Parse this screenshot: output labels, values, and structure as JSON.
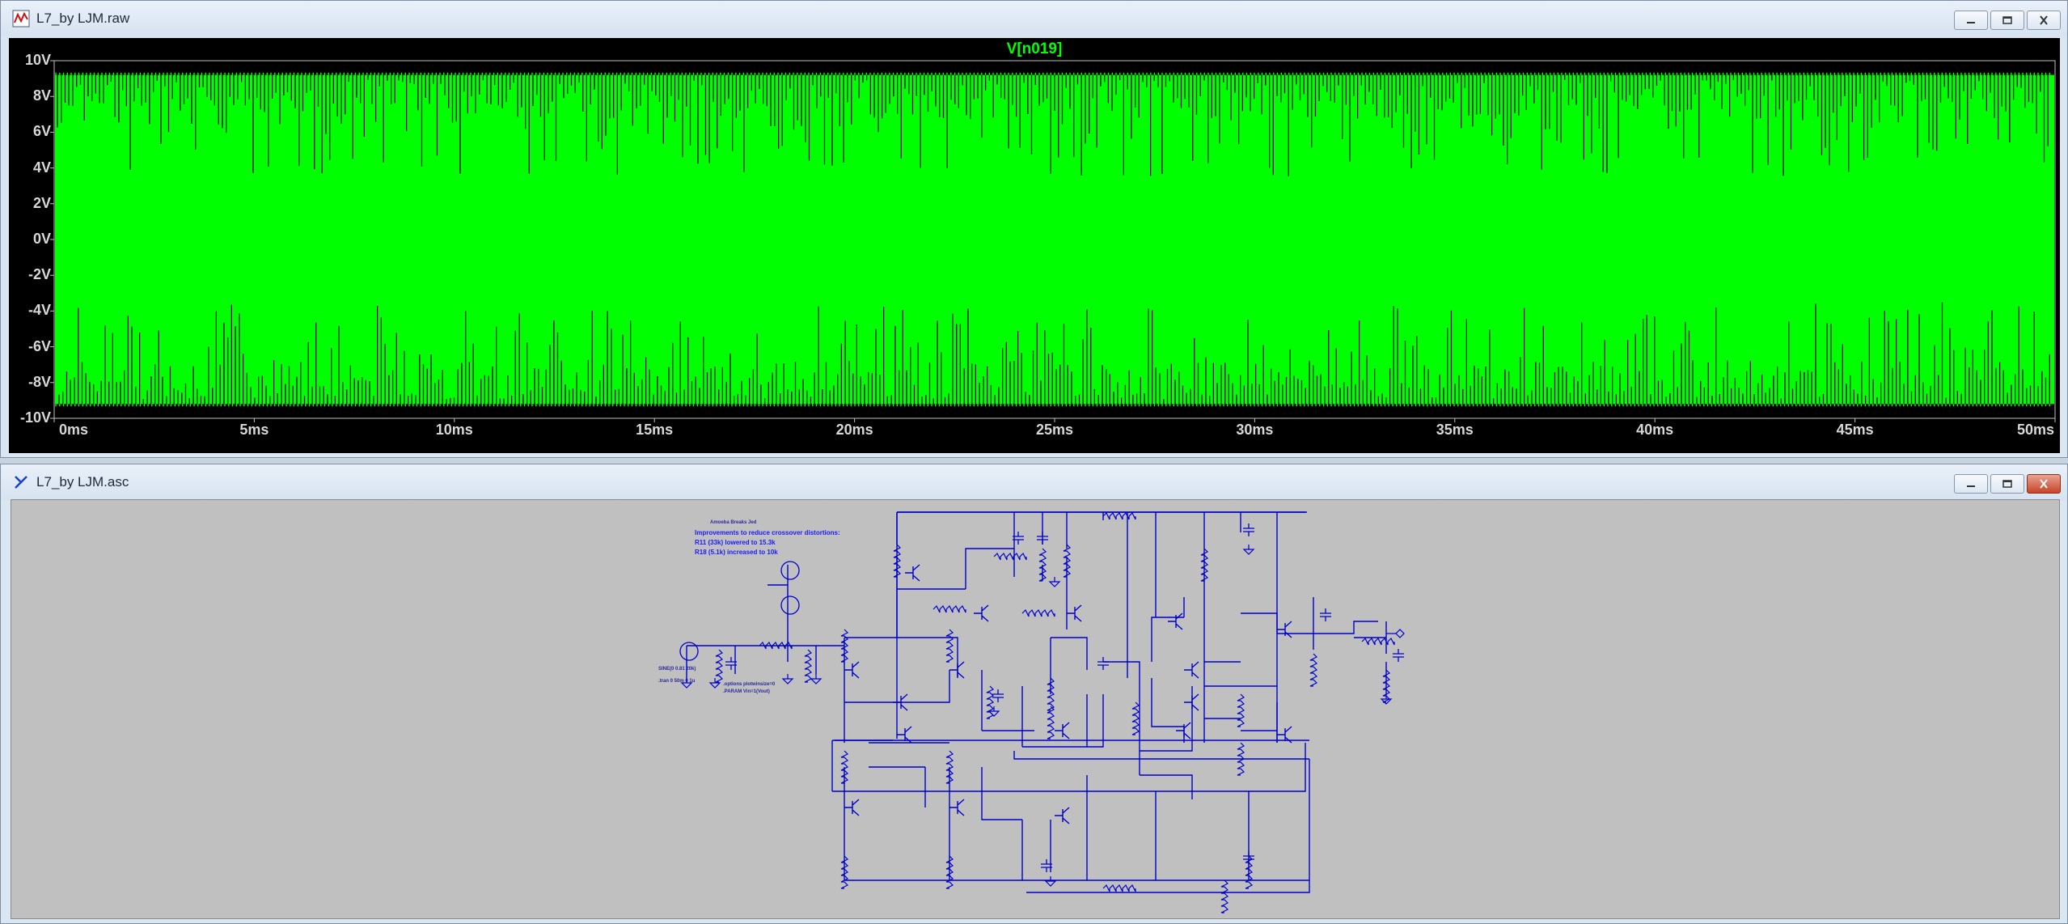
{
  "plot_window": {
    "title": "L7_by LJM.raw",
    "trace_label": "V[n019]",
    "trace_color": "#00ff00",
    "background": "#000000",
    "y_axis_labels": [
      "10V",
      "8V",
      "6V",
      "4V",
      "2V",
      "0V",
      "-2V",
      "-4V",
      "-6V",
      "-8V",
      "-10V"
    ],
    "x_axis_labels": [
      "0ms",
      "5ms",
      "10ms",
      "15ms",
      "20ms",
      "25ms",
      "30ms",
      "35ms",
      "40ms",
      "45ms",
      "50ms"
    ]
  },
  "chart_data": {
    "type": "line",
    "title": "V[n019]",
    "xlabel": "",
    "ylabel": "",
    "x_unit": "ms",
    "y_unit": "V",
    "xlim": [
      0,
      50
    ],
    "ylim": [
      -10,
      10
    ],
    "grid": false,
    "series": [
      {
        "name": "V[n019]",
        "envelope_max": 9.2,
        "envelope_min": -9.2,
        "typical_dips_to": [
          3.5,
          -3.5
        ],
        "color": "#00ff00"
      }
    ]
  },
  "schematic_window": {
    "title": "L7_by LJM.asc",
    "background": "#c0c0c0",
    "wire_color": "#0000cc",
    "notes": {
      "author": "Amoeba Breaks Jed",
      "line1": "Improvements to reduce crossover distortions:",
      "line2": "R11 (33k) lowered to 15.3k",
      "line3": "R18 (5.1k) increased to 10k",
      "source_value": "SINE(0 0.81 20k)",
      "tran": ".tran 0 50m 0 1u",
      "opt1": ".options plotwinsize=0",
      "opt2": ".PARAM Vin=1(Vout)"
    }
  },
  "window_buttons": {
    "minimize": "minimize",
    "maximize": "maximize",
    "close": "close"
  }
}
